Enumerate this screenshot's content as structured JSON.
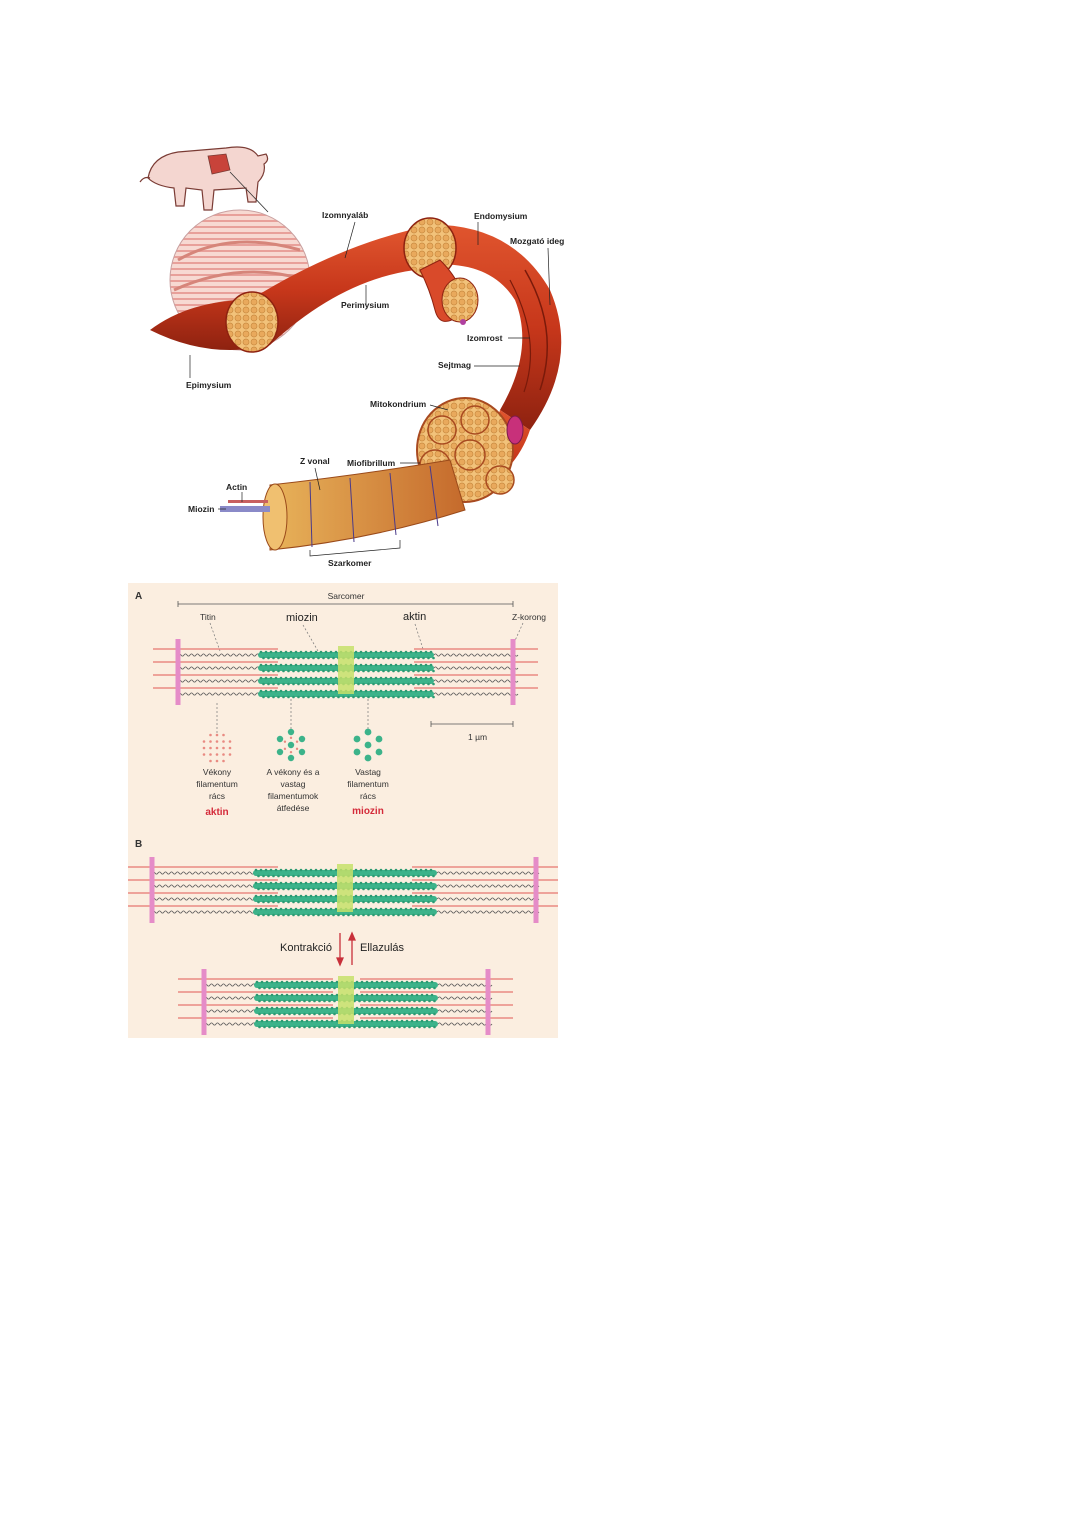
{
  "muscle_figure": {
    "labels": {
      "izomnyalab": "Izomnyaláb",
      "endomysium": "Endomysium",
      "mozgato_ideg": "Mozgató ideg",
      "perimysium": "Perimysium",
      "izomrost": "Izomrost",
      "sejtmag": "Sejtmag",
      "epimysium": "Epimysium",
      "mitokondrium": "Mitokondrium",
      "z_vonal": "Z vonal",
      "miofibrillum": "Miofibrillum",
      "actin": "Actin",
      "miozin": "Miozin",
      "szarkomer": "Szarkomer"
    }
  },
  "sarcomere_figure": {
    "panel_a": "A",
    "panel_b": "B",
    "sarcomer": "Sarcomer",
    "titin": "Titin",
    "miozin": "miozin",
    "aktin": "aktin",
    "z_korong": "Z-korong",
    "scale": "1 µm",
    "caption1": [
      "Vékony",
      "filamentum",
      "rács"
    ],
    "caption1_bold": "aktin",
    "caption2": [
      "A vékony és a",
      "vastag",
      "filamentumok",
      "átfedése"
    ],
    "caption3": [
      "Vastag",
      "filamentum",
      "rács"
    ],
    "caption3_bold": "miozin",
    "kontrakcio": "Kontrakció",
    "ellazulas": "Ellazulás",
    "colors": {
      "background": "#fbeee0",
      "z_disc": "#e58cc8",
      "thin": "#e98a82",
      "thick": "#3cb38a",
      "mline": "#c6e06a",
      "label_red": "#d42a3a"
    }
  }
}
